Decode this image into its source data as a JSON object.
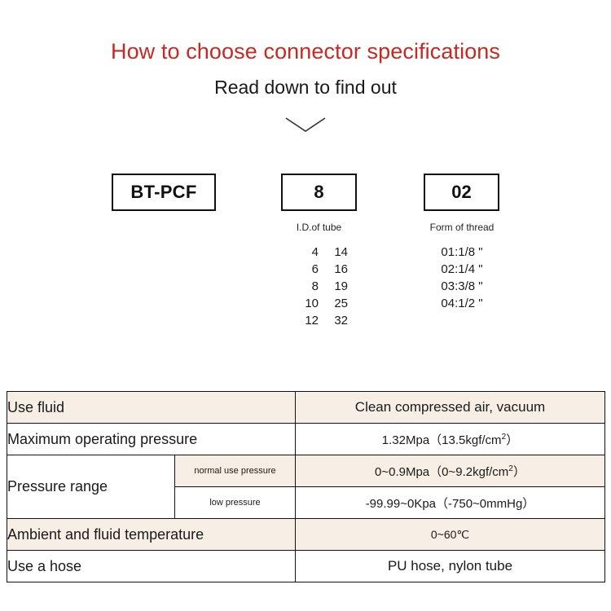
{
  "header": {
    "title": "How to choose connector specifications",
    "subtitle": "Read down to find out",
    "title_color": "#c62a22",
    "chevron_icon": "chevron-down-icon"
  },
  "part_code": {
    "series_box": "BT-PCF",
    "size_box": "8",
    "thread_box": "02",
    "size_caption": "I.D.of tube",
    "thread_caption": "Form of thread",
    "size_options": [
      {
        "tube": "4",
        "outer": "14"
      },
      {
        "tube": "6",
        "outer": "16"
      },
      {
        "tube": "8",
        "outer": "19"
      },
      {
        "tube": "10",
        "outer": "25"
      },
      {
        "tube": "12",
        "outer": "32"
      }
    ],
    "thread_options": [
      "01:1/8 \"",
      "02:1/4 \"",
      "03:3/8 \"",
      "04:1/2 \""
    ]
  },
  "spec_table": {
    "tint_color": "#f7efe6",
    "rows": {
      "use_fluid_label": "Use fluid",
      "use_fluid_value": "Clean compressed air, vacuum",
      "max_pressure_label": "Maximum operating pressure",
      "max_pressure_value_main": "1.32Mpa（13.5kgf/cm",
      "max_pressure_value_sup": "2",
      "max_pressure_value_tail": "）",
      "pressure_range_label": "Pressure range",
      "normal_pressure_sub": "normal use pressure",
      "normal_pressure_value_main": "0~0.9Mpa（0~9.2kgf/cm",
      "normal_pressure_value_sup": "2",
      "normal_pressure_value_tail": "）",
      "low_pressure_sub": "low pressure",
      "low_pressure_value": "-99.99~0Kpa（-750~0mmHg）",
      "temperature_label": "Ambient and fluid temperature",
      "temperature_value": "0~60℃",
      "hose_label": "Use a hose",
      "hose_value": "PU hose, nylon tube"
    }
  }
}
